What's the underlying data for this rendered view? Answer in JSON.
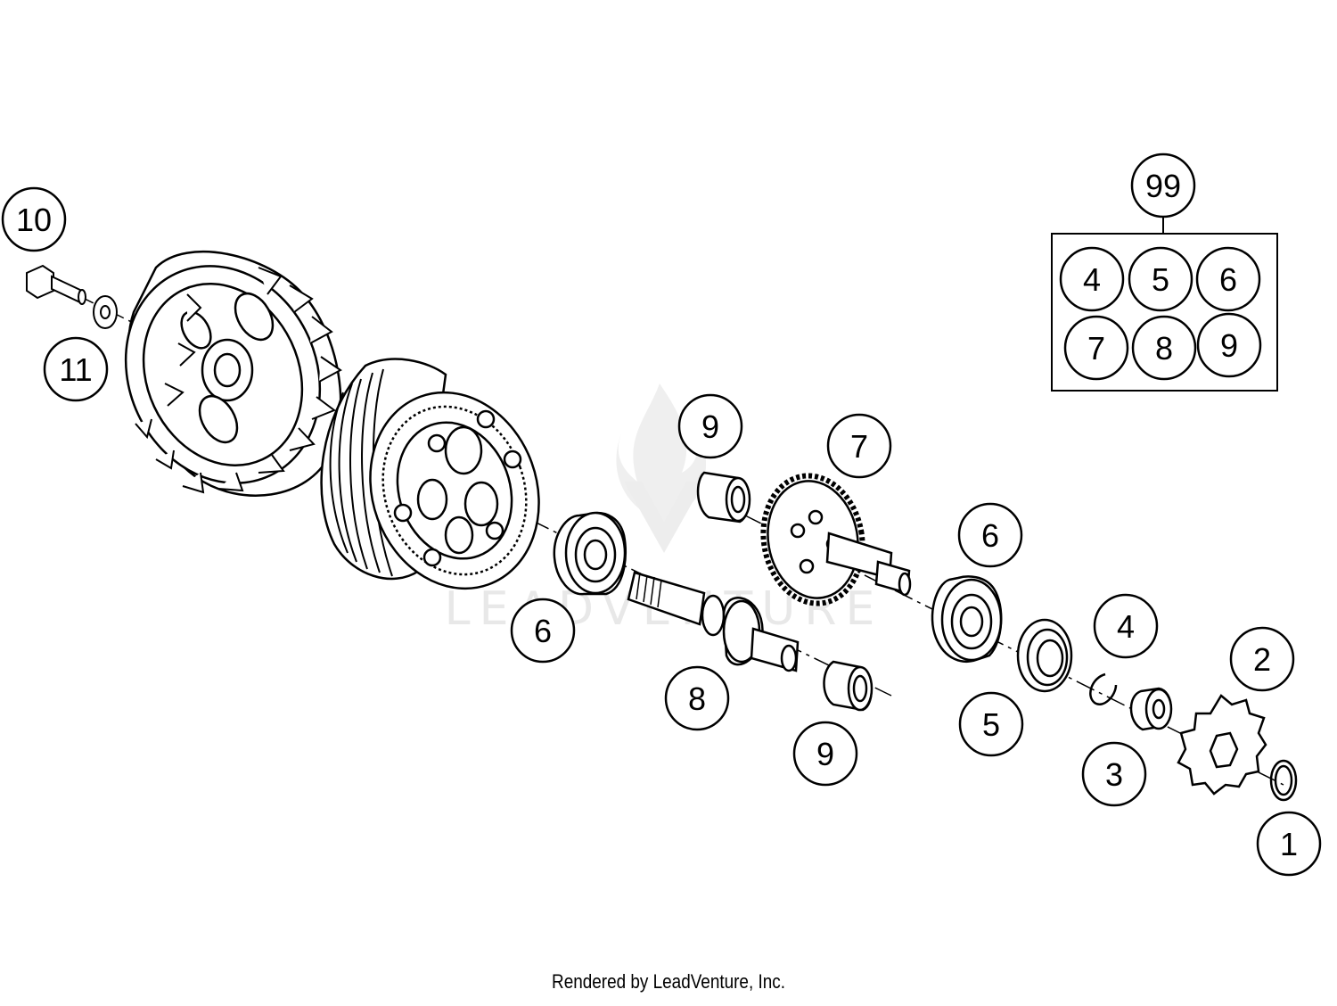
{
  "callouts": {
    "c1": "1",
    "c2": "2",
    "c3": "3",
    "c4": "4",
    "c5": "5",
    "c6a": "6",
    "c6b": "6",
    "c7": "7",
    "c8": "8",
    "c9a": "9",
    "c9b": "9",
    "c10": "10",
    "c11": "11",
    "c99": "99"
  },
  "kit": {
    "items": [
      "4",
      "5",
      "6",
      "7",
      "8",
      "9"
    ]
  },
  "watermark": "LEADVENTURE",
  "footer": "Rendered by LeadVenture, Inc.",
  "colors": {
    "line": "#000000",
    "watermark": "#e6e6e6",
    "background": "#ffffff"
  }
}
